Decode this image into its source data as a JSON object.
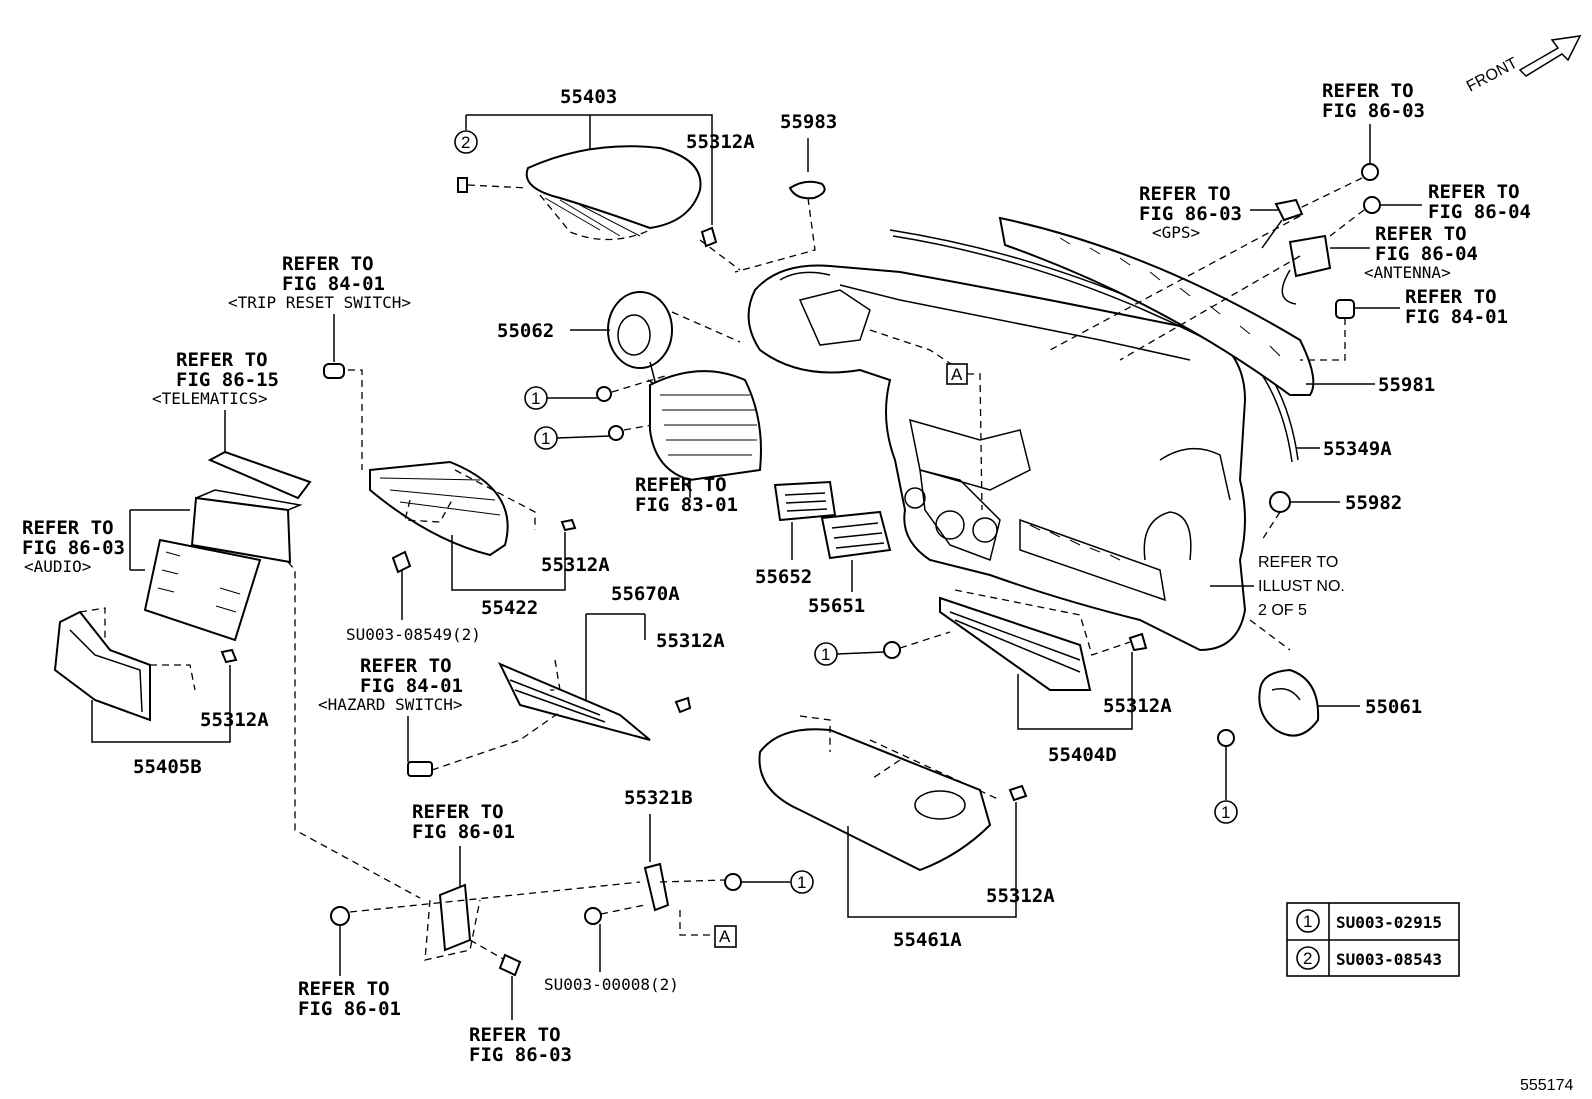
{
  "labels": {
    "p55403": "55403",
    "p55312A_a": "55312A",
    "p55983": "55983",
    "p55062": "55062",
    "p55981": "55981",
    "p55349A": "55349A",
    "p55982": "55982",
    "p55422": "55422",
    "p55312A_b": "55312A",
    "p55652": "55652",
    "p55651": "55651",
    "p55670A": "55670A",
    "p55312A_c": "55312A",
    "p55312A_d": "55312A",
    "p55405B": "55405B",
    "p55404D": "55404D",
    "p55312A_e": "55312A",
    "p55061": "55061",
    "p55321B": "55321B",
    "p55461A": "55461A",
    "p55312A_f": "55312A",
    "su_08549": "SU003-08549(2)",
    "su_00008": "SU003-00008(2)",
    "front": "FRONT",
    "ref_id": "555174"
  },
  "refs": {
    "trip": {
      "l1": "REFER TO",
      "l2": "FIG 84-01",
      "l3": "<TRIP RESET SWITCH>"
    },
    "telematics": {
      "l1": "REFER TO",
      "l2": "FIG 86-15",
      "l3": "<TELEMATICS>"
    },
    "audio": {
      "l1": "REFER TO",
      "l2": "FIG 86-03",
      "l3": "<AUDIO>"
    },
    "fig8301": {
      "l1": "REFER TO",
      "l2": "FIG 83-01"
    },
    "hazard": {
      "l1": "REFER TO",
      "l2": "FIG 84-01",
      "l3": "<HAZARD SWITCH>"
    },
    "fig8601_top": {
      "l1": "REFER TO",
      "l2": "FIG 86-01"
    },
    "fig8601_bot": {
      "l1": "REFER TO",
      "l2": "FIG 86-01"
    },
    "fig8603_bot": {
      "l1": "REFER TO",
      "l2": "FIG 86-03"
    },
    "fig8603_tr": {
      "l1": "REFER TO",
      "l2": "FIG 86-03"
    },
    "fig8604_tr": {
      "l1": "REFER TO",
      "l2": "FIG 86-04"
    },
    "gps": {
      "l1": "REFER TO",
      "l2": "FIG 86-03",
      "l3": "<GPS>"
    },
    "antenna": {
      "l1": "REFER TO",
      "l2": "FIG 86-04",
      "l3": "<ANTENNA>"
    },
    "fig8401_r": {
      "l1": "REFER TO",
      "l2": "FIG 84-01"
    },
    "illust": {
      "l1": "REFER TO",
      "l2": "ILLUST NO.",
      "l3": "2 OF 5"
    }
  },
  "markers": {
    "one": "1",
    "two": "2",
    "A": "A"
  },
  "legend": [
    {
      "key": "1",
      "value": "SU003-02915"
    },
    {
      "key": "2",
      "value": "SU003-08543"
    }
  ]
}
